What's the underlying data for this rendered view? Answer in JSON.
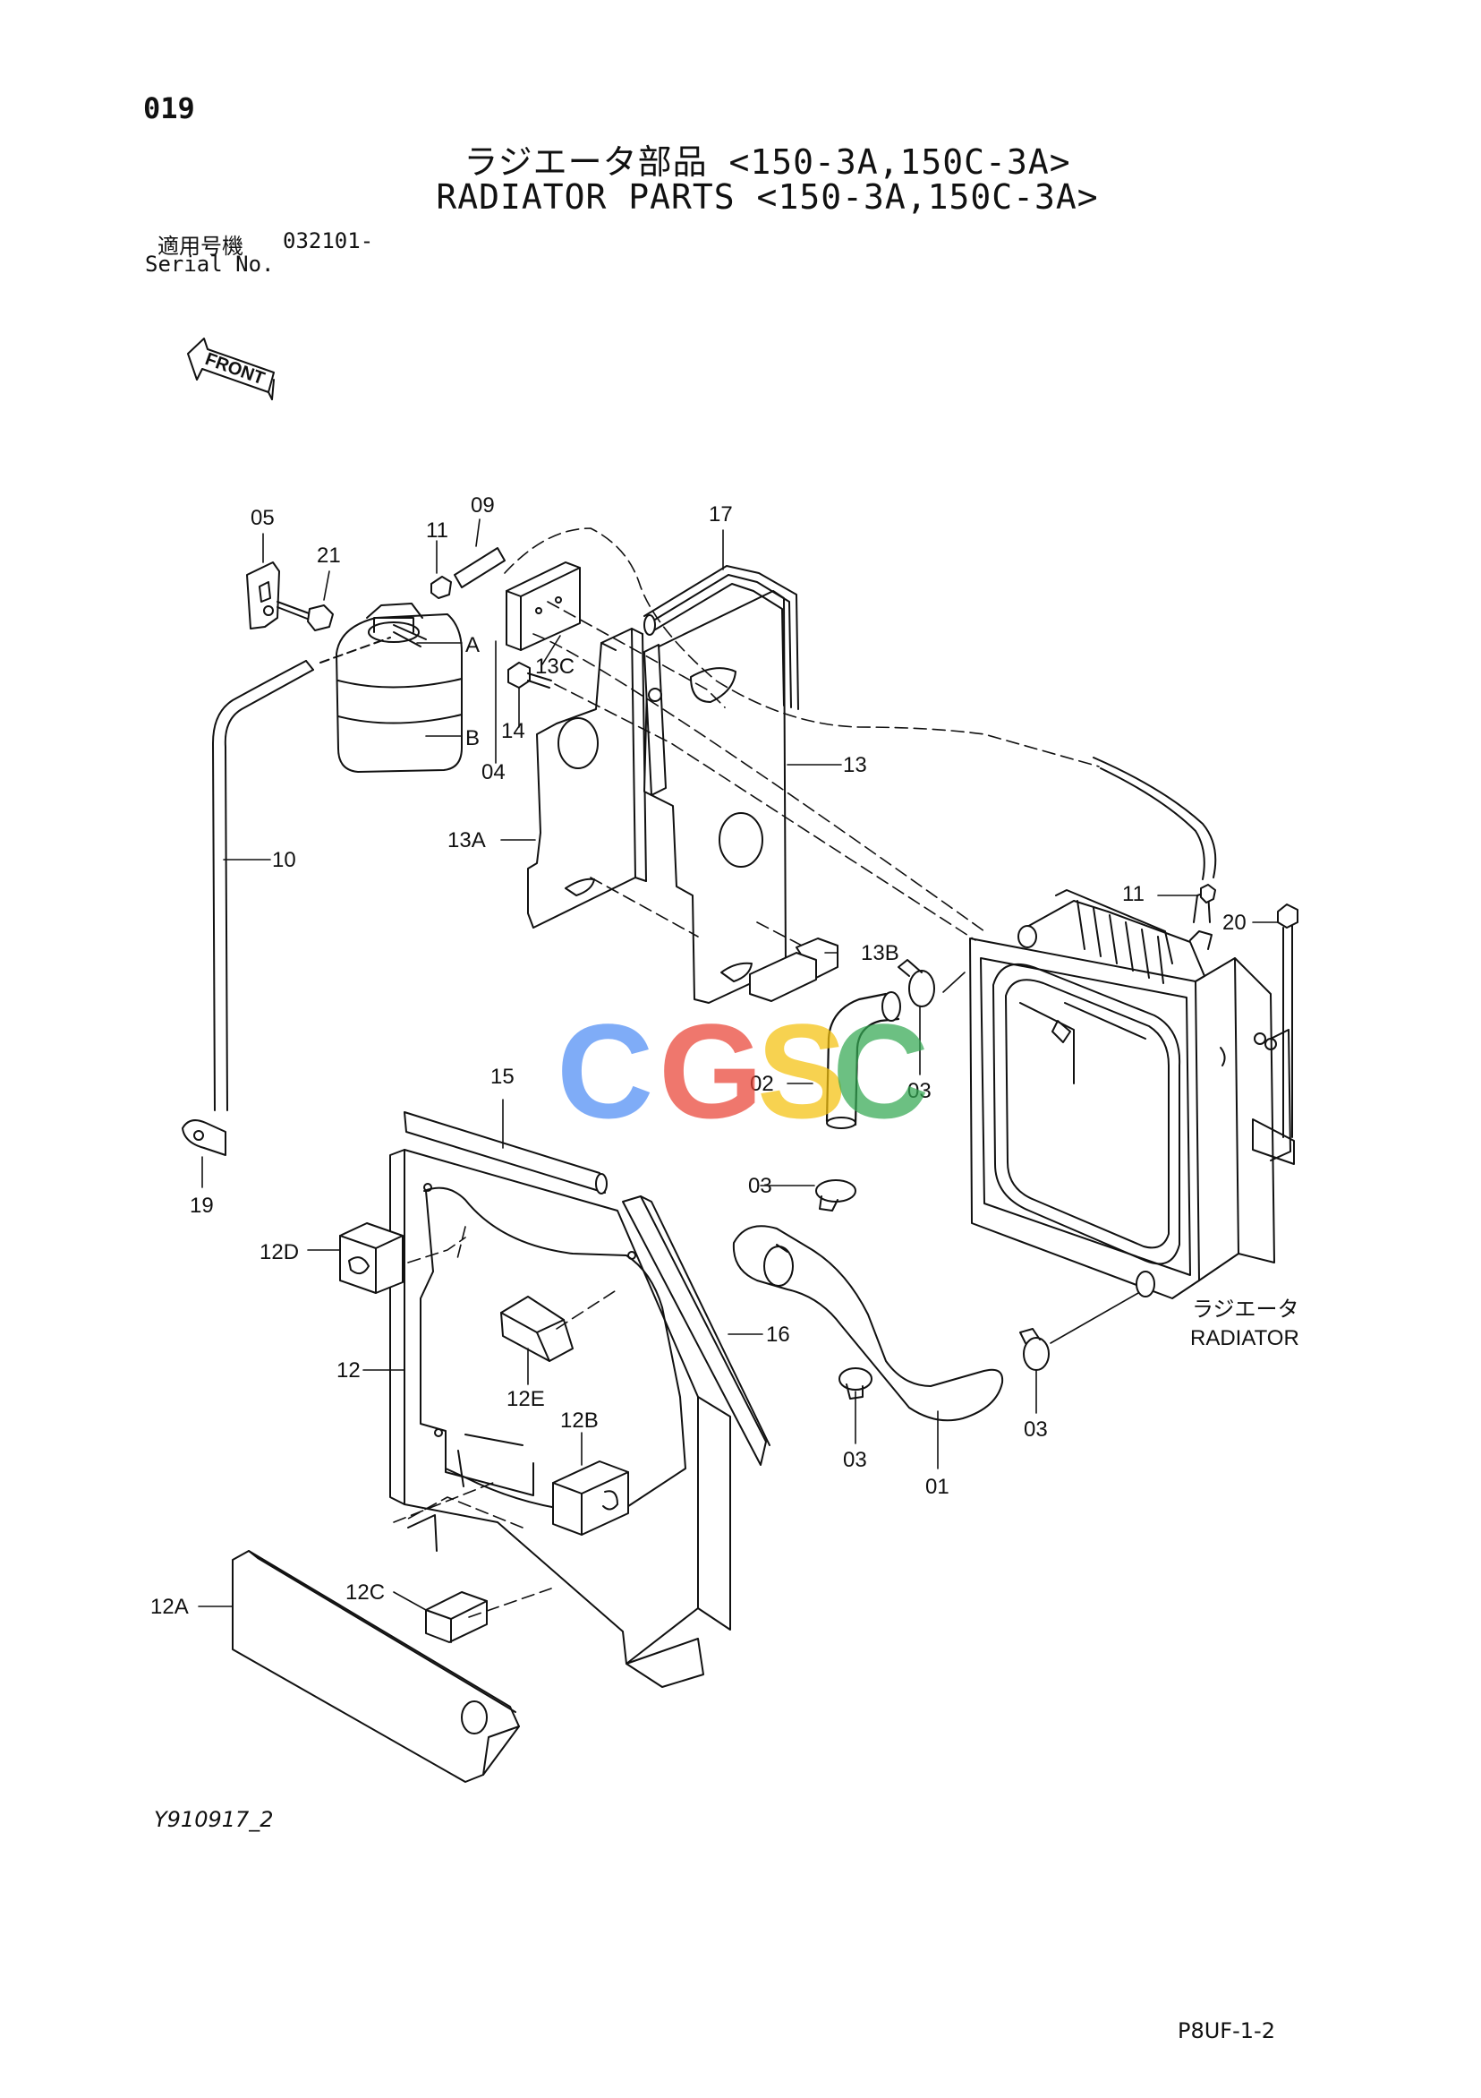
{
  "page_no": "019",
  "title_jp": "ラジエータ部品 <150-3A,150C-3A>",
  "title_en": "RADIATOR PARTS <150-3A,150C-3A>",
  "serial_label_jp": "適用号機",
  "serial_number": "032101-",
  "serial_label_en": "Serial No.",
  "front_label": "FRONT",
  "callouts": {
    "c05": "05",
    "c21": "21",
    "c11a": "11",
    "c09": "09",
    "c17": "17",
    "cA": "A",
    "cB": "B",
    "c13C": "13C",
    "c14": "14",
    "c04": "04",
    "c13": "13",
    "c13A": "13A",
    "c10": "10",
    "c11b": "11",
    "c20": "20",
    "c13B": "13B",
    "c02": "02",
    "c03a": "03",
    "c15": "15",
    "c03b": "03",
    "c19": "19",
    "c12D": "12D",
    "c16": "16",
    "c12": "12",
    "c12E": "12E",
    "c12B": "12B",
    "c03c": "03",
    "c03d": "03",
    "c01": "01",
    "c12C": "12C",
    "c12A": "12A"
  },
  "radiator_label_jp": "ラジエータ",
  "radiator_label_en": "RADIATOR",
  "watermark": {
    "c1": "C",
    "g": "G",
    "s": "S",
    "c2": "C",
    "colors": {
      "c1": "#4f8df5",
      "g": "#ea4335",
      "s": "#f4c20d",
      "c2": "#34a853"
    }
  },
  "drawing_ref": "Y910917_2",
  "page_code": "P8UF-1-2"
}
